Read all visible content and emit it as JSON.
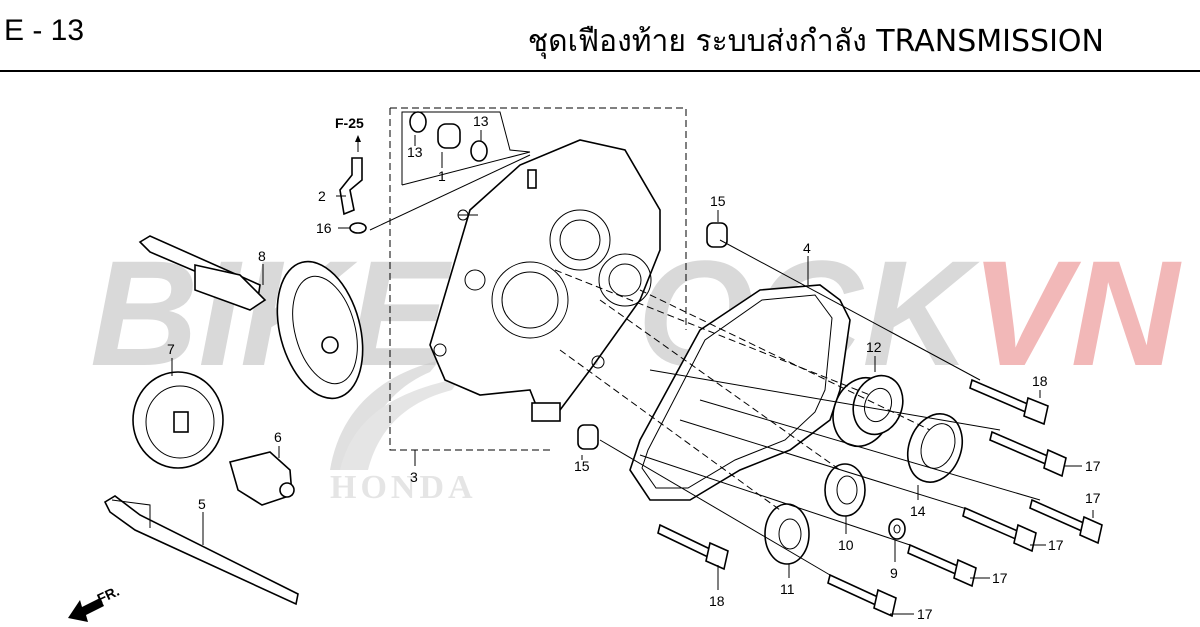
{
  "header": {
    "page_code": "E - 13",
    "title": "ชุดเฟืองท้าย ระบบส่งกำลัง  TRANSMISSION"
  },
  "watermark": {
    "text_main": "BIKESTOCK",
    "text_accent": "VN",
    "logo_text": "HONDA",
    "main_color": "#d9d9d9",
    "accent_color": "#f2b8b8"
  },
  "reference": {
    "label": "F-25"
  },
  "direction": {
    "label": "FR."
  },
  "callouts": {
    "c1": "1",
    "c2": "2",
    "c3": "3",
    "c4": "4",
    "c5": "5",
    "c6": "6",
    "c7": "7",
    "c8": "8",
    "c9": "9",
    "c10": "10",
    "c11": "11",
    "c12": "12",
    "c13a": "13",
    "c13b": "13",
    "c14": "14",
    "c15a": "15",
    "c15b": "15",
    "c16": "16",
    "c17a": "17",
    "c17b": "17",
    "c17c": "17",
    "c17d": "17",
    "c17e": "17",
    "c18a": "18",
    "c18b": "18"
  }
}
